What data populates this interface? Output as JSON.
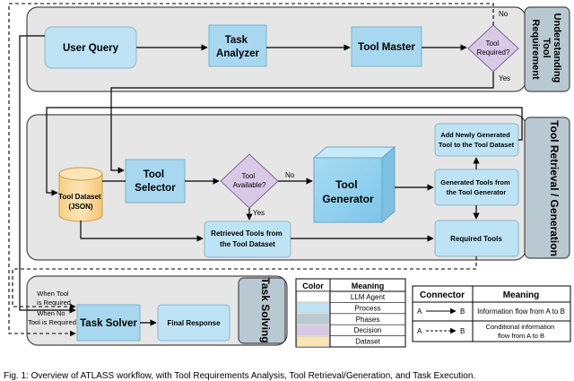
{
  "phases": {
    "understanding": "Understanding Tool Requirement",
    "retrieval": "Tool Retrieval / Generation",
    "solving": "Task Solving"
  },
  "nodes": {
    "user_query": "User Query",
    "task_analyzer": [
      "Task",
      "Analyzer"
    ],
    "tool_master": "Tool Master",
    "tool_required": [
      "Tool",
      "Required?"
    ],
    "tool_dataset": [
      "Tool Dataset",
      "(JSON)"
    ],
    "tool_selector": [
      "Tool",
      "Selector"
    ],
    "tool_available": [
      "Tool",
      "Available?"
    ],
    "tool_generator": [
      "Tool",
      "Generator"
    ],
    "retrieved_tools": [
      "Retrieved Tools from",
      "the Tool Dataset"
    ],
    "add_generated": [
      "Add Newly Generated",
      "Tool to the Tool Dataset"
    ],
    "generated_tools": [
      "Generated Tools from",
      "the Tool Generator"
    ],
    "required_tools": "Required Tools",
    "task_solver": "Task Solver",
    "final_response": "Final Response"
  },
  "edge_labels": {
    "no_top": "No",
    "yes_top": "Yes",
    "no_mid": "No",
    "yes_mid": "Yes",
    "when_required": [
      "When Tool",
      "is Required"
    ],
    "when_not_required": [
      "When No",
      "Tool is Required"
    ]
  },
  "color_legend": {
    "header_color": "Color",
    "header_meaning": "Meaning",
    "rows": [
      {
        "color": "#ffffff",
        "meaning": "LLM Agent"
      },
      {
        "color": "#bde3f4",
        "meaning": "Process"
      },
      {
        "color": "#b8c9d2",
        "meaning": "Phases"
      },
      {
        "color": "#d9c8e6",
        "meaning": "Decision"
      },
      {
        "color": "#fde4b6",
        "meaning": "Dataset"
      }
    ]
  },
  "connector_legend": {
    "header_connector": "Connector",
    "header_meaning": "Meaning",
    "rows": [
      {
        "a": "A",
        "b": "B",
        "style": "solid",
        "meaning": [
          "Information flow from A to B"
        ]
      },
      {
        "a": "A",
        "b": "B",
        "style": "dashed",
        "meaning": [
          "Conditional information",
          "flow from A to B"
        ]
      }
    ]
  },
  "caption": "Fig. 1: Overview of ATLASS workflow, with Tool Requirements Analysis, Tool Retrieval/Generation, and Task Execution."
}
